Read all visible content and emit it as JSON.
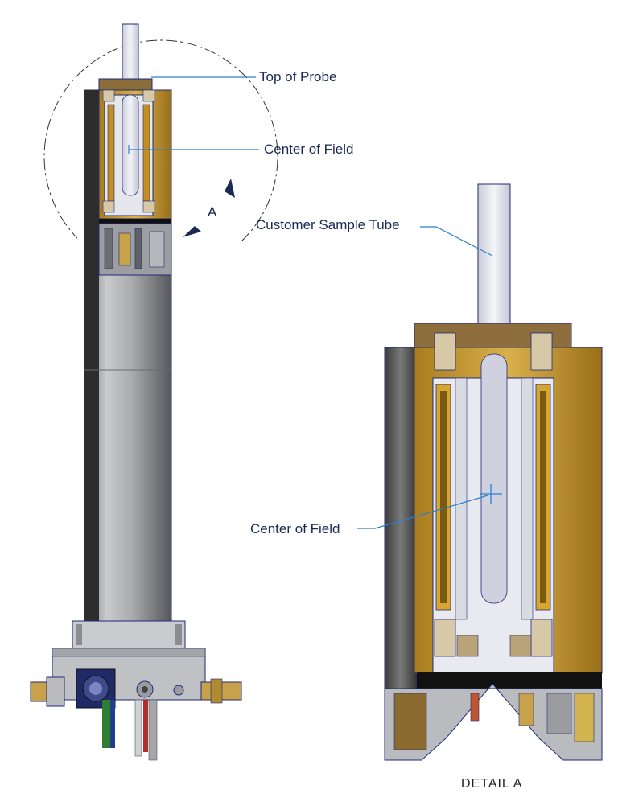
{
  "callouts": {
    "top_of_probe": "Top of Probe",
    "center_of_field_main": "Center of Field",
    "detail_marker": "A",
    "customer_sample_tube": "Customer Sample Tube",
    "center_of_field_detail": "Center of Field"
  },
  "detail_title": "DETAIL  A",
  "colors": {
    "leader_line": "#2a7fd4",
    "outline": "#1e2a78",
    "gold": "#c9a13a",
    "gold_dark": "#8f6a16",
    "steel": "#b9bbbf",
    "steel_dark": "#5d5f63",
    "black_band": "#111111"
  }
}
